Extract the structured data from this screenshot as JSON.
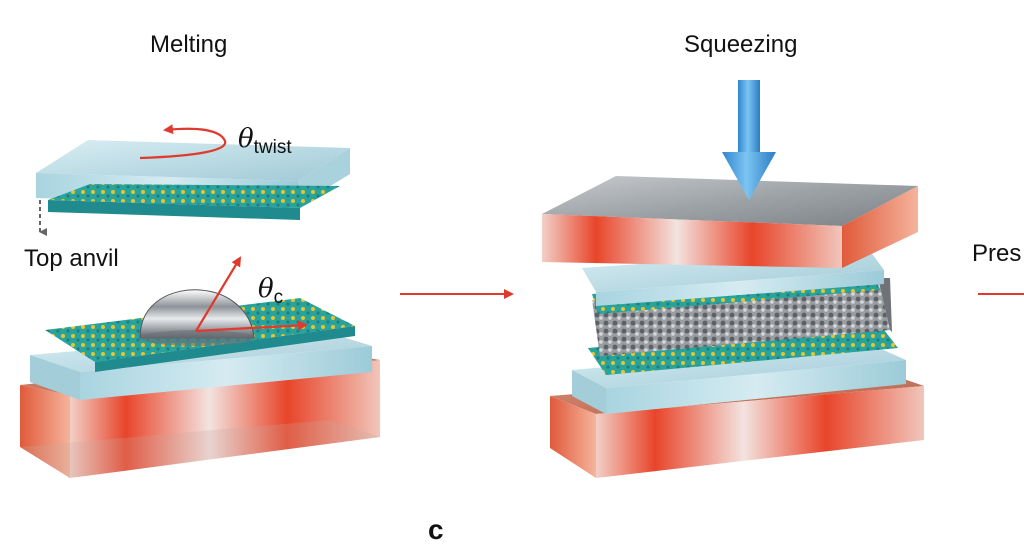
{
  "panel_melting": {
    "title": "Melting",
    "top_anvil_label": "Top anvil",
    "twist_symbol": "θ",
    "twist_subscript": "twist",
    "contact_symbol": "θ",
    "contact_subscript": "c"
  },
  "panel_squeezing": {
    "title": "Squeezing"
  },
  "panel_next": {
    "title_partial": "Pres"
  },
  "panel_letter": "c",
  "colors": {
    "arrow_red": "#e03a2e",
    "press_arrow_blue": "#3b9be0",
    "heater_red": "#e8452a",
    "anvil_glass": "#bfe0ea",
    "anvil_grey": "#8d9296"
  }
}
